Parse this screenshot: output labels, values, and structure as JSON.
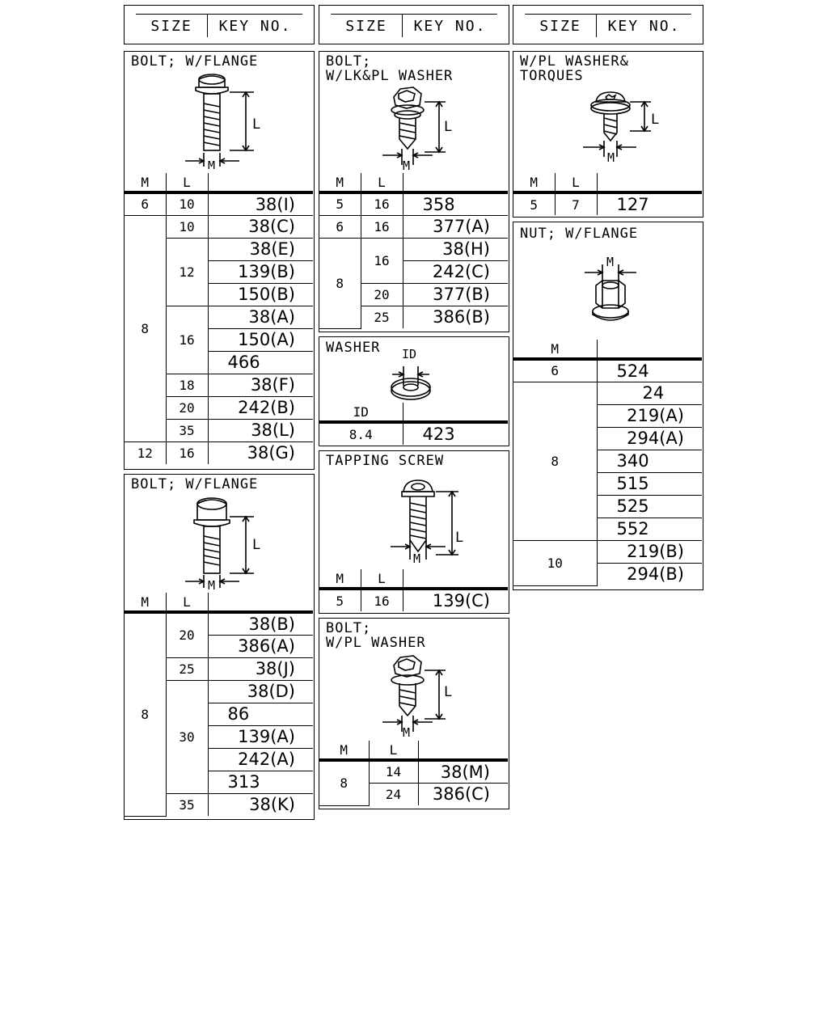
{
  "header": {
    "size": "SIZE",
    "key_no": "KEY NO."
  },
  "titles": {
    "bolt_flange_1": "BOLT; W/FLANGE",
    "bolt_lk_pl": "BOLT;\nW/LK&PL WASHER",
    "wpl_washer_torques": "W/PL WASHER&\nTORQUES",
    "nut_flange": "NUT; W/FLANGE",
    "washer": "WASHER",
    "bolt_flange_2": "BOLT; W/FLANGE",
    "tapping_screw": "TAPPING SCREW",
    "bolt_pl_washer": "BOLT;\nW/PL WASHER"
  },
  "labels": {
    "M": "M",
    "L": "L",
    "ID": "ID"
  },
  "tables": {
    "bolt_flange_1": {
      "r1": {
        "m": "6",
        "l": "10",
        "k": "38(I)"
      },
      "m8": "8",
      "l10": "10",
      "k10": "38(C)",
      "l12": "12",
      "k12a": "38(E)",
      "k12b": "139(B)",
      "k12c": "150(B)",
      "l16": "16",
      "k16a": "38(A)",
      "k16b": "150(A)",
      "k16c": "466",
      "l18": "18",
      "k18": "38(F)",
      "l20": "20",
      "k20": "242(B)",
      "l35": "35",
      "k35": "38(L)",
      "r12": {
        "m": "12",
        "l": "16",
        "k": "38(G)"
      }
    },
    "bolt_lk_pl": {
      "r1": {
        "m": "5",
        "l": "16",
        "k": "358"
      },
      "r2": {
        "m": "6",
        "l": "16",
        "k": "377(A)"
      },
      "m8": "8",
      "l16": "16",
      "k16a": "38(H)",
      "k16b": "242(C)",
      "l20": "20",
      "k20": "377(B)",
      "l25": "25",
      "k25": "386(B)"
    },
    "wpl_washer_torques": {
      "m": "5",
      "l": "7",
      "k": "127"
    },
    "nut_flange": {
      "m6": "6",
      "k6": "524",
      "m8": "8",
      "k8": [
        "24",
        "219(A)",
        "294(A)",
        "340",
        "515",
        "525",
        "552"
      ],
      "m10": "10",
      "k10": [
        "219(B)",
        "294(B)"
      ]
    },
    "washer": {
      "id": "8.4",
      "k": "423"
    },
    "bolt_flange_2": {
      "m8": "8",
      "l20": "20",
      "k20a": "38(B)",
      "k20b": "386(A)",
      "l25": "25",
      "k25": "38(J)",
      "l30": "30",
      "k30": [
        "38(D)",
        "86",
        "139(A)",
        "242(A)",
        "313"
      ],
      "l35": "35",
      "k35": "38(K)"
    },
    "tapping_screw": {
      "m": "5",
      "l": "16",
      "k": "139(C)"
    },
    "bolt_pl_washer": {
      "m": "8",
      "l14": "14",
      "k14": "38(M)",
      "l24": "24",
      "k24": "386(C)"
    }
  }
}
